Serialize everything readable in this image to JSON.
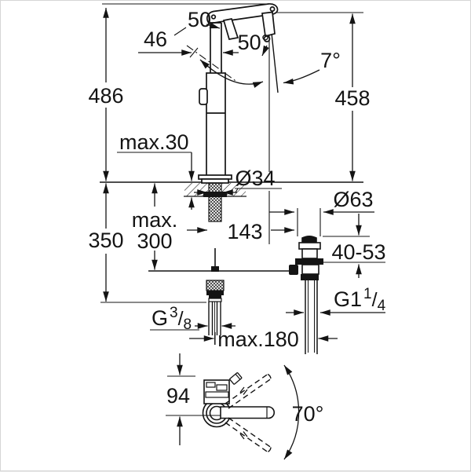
{
  "meta": {
    "type": "technical-dimensional-drawing",
    "background": "#ffffff",
    "line_color": "#141414"
  },
  "labels": {
    "lever_width": "50",
    "lever_offset": "46",
    "lever_angle": "50°",
    "spout_outlet_angle": "7°",
    "total_height": "486",
    "spout_height": "458",
    "deck_thickness": "max.30",
    "hole_diameter": "Ø34",
    "rod_length_word": "max.",
    "rod_length_value": "300",
    "supply_height": "350",
    "drain_offset": "143",
    "waste_flange_diameter": "Ø63",
    "basin_clamp_range": "40-53",
    "waste_thread_base": "G1",
    "waste_thread_sup": "1",
    "waste_thread_slash": "/",
    "waste_thread_sub": "4",
    "supply_thread_base": "G",
    "supply_thread_sup": "3",
    "supply_thread_slash": "/",
    "supply_thread_sub": "8",
    "hose_reach": "max.180",
    "spout_depth": "94",
    "swivel_angle": "70°"
  }
}
